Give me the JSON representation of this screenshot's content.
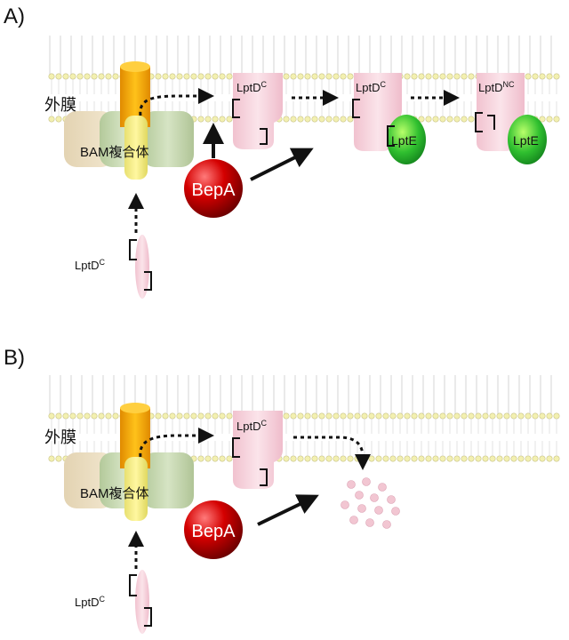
{
  "panel_a": {
    "label": "A)",
    "membrane_label": "外膜",
    "bam_label": "BAM複合体",
    "bepa_label": "BepA",
    "lptd_base": "LptD",
    "sup_c": "C",
    "sup_nc": "NC",
    "lpte_label": "LptE"
  },
  "panel_b": {
    "label": "B)",
    "membrane_label": "外膜",
    "bam_label": "BAM複合体",
    "bepa_label": "BepA",
    "lptd_base": "LptD",
    "sup_c": "C"
  },
  "colors": {
    "bepa": "#cc0000",
    "lpte": "#22aa22",
    "lptd": "#f6d2dc",
    "bam_channel": "#f0a000",
    "lipid_head": "#f3f0b0"
  }
}
